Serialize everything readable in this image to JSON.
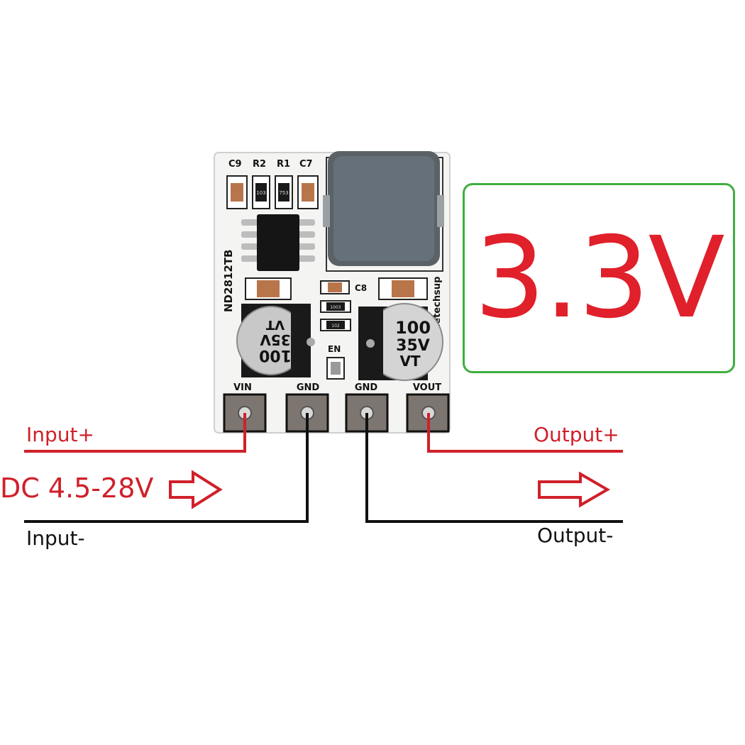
{
  "board": {
    "part_number": "ND2812TB",
    "brand": "eletechsup",
    "component_labels": {
      "c9": "C9",
      "r2": "R2",
      "r1": "R1",
      "c7": "C7",
      "c8": "C8",
      "en": "EN"
    },
    "resistor_codes": {
      "r2": "103",
      "r1": "753",
      "r_mid1": "1003",
      "r_mid2": "102"
    },
    "capacitor_left": [
      "100",
      "35V",
      "VT"
    ],
    "capacitor_right": [
      "100",
      "35V",
      "VT"
    ],
    "pins": [
      "VIN",
      "GND",
      "GND",
      "VOUT"
    ]
  },
  "voltage": {
    "label": "3.3V",
    "border_color": "#3fae3f",
    "text_color": "#e0202a"
  },
  "wiring": {
    "input_plus": "Input+",
    "input_minus": "Input-",
    "output_plus": "Output+",
    "output_minus": "Output-",
    "input_range": "DC 4.5-28V",
    "positive_color": "#d0202a",
    "negative_color": "#111111"
  }
}
